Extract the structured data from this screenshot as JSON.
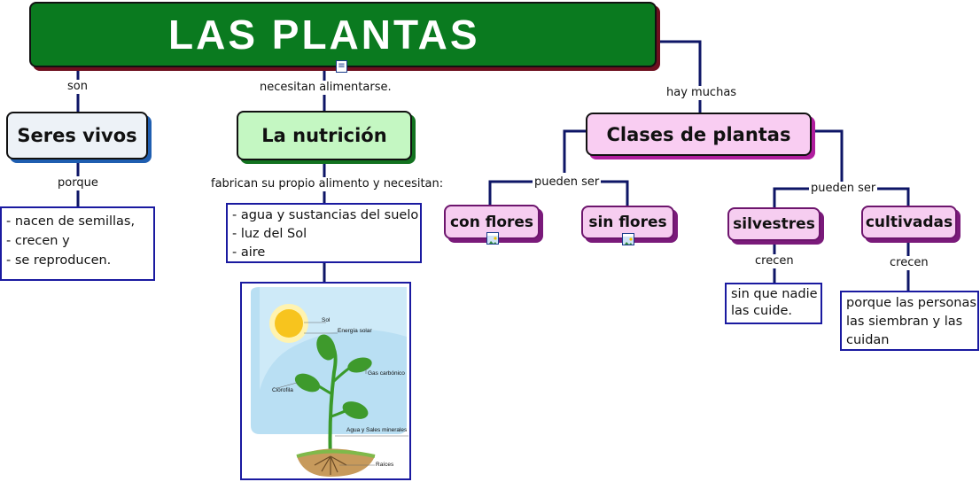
{
  "title": "LAS PLANTAS",
  "concepts": {
    "seres_vivos": "Seres vivos",
    "nutricion": "La nutrición",
    "clases": "Clases de plantas",
    "con_flores": "con flores",
    "sin_flores": "sin flores",
    "silvestres": "silvestres",
    "cultivadas": "cultivadas"
  },
  "links": {
    "son": "son",
    "necesitan": "necesitan alimentarse.",
    "hay_muchas": "hay muchas",
    "porque": "porque",
    "fabrican": "fabrican su propio alimento y necesitan:",
    "pueden_ser_1": "pueden ser",
    "pueden_ser_2": "pueden ser",
    "crecen_1": "crecen",
    "crecen_2": "crecen"
  },
  "lists": {
    "seres_vivos": [
      "- nacen de semillas,",
      "- crecen y",
      "- se reproducen."
    ],
    "nutricion": [
      "- agua y sustancias del suelo",
      "- luz del Sol",
      "- aire"
    ],
    "silvestres": [
      "sin que nadie",
      "las cuide."
    ],
    "cultivadas": [
      "porque las personas",
      "las siembran y las",
      "cuidan"
    ]
  },
  "diagram_labels": {
    "sol": "Sol",
    "energia": "Energía solar",
    "gas": "Gas carbónico",
    "clorofila": "Clorofila",
    "agua": "Agua y Sales minerales",
    "raices": "Raíces"
  },
  "icons": {
    "title_note": "document-icon",
    "image_attachment": "image-icon"
  },
  "colors": {
    "title_bg": "#0a7a1f",
    "line": "#0d1566",
    "box_border": "#1a1aa0",
    "pink": "#f6cdf0",
    "green_light": "#c4f7c2"
  }
}
